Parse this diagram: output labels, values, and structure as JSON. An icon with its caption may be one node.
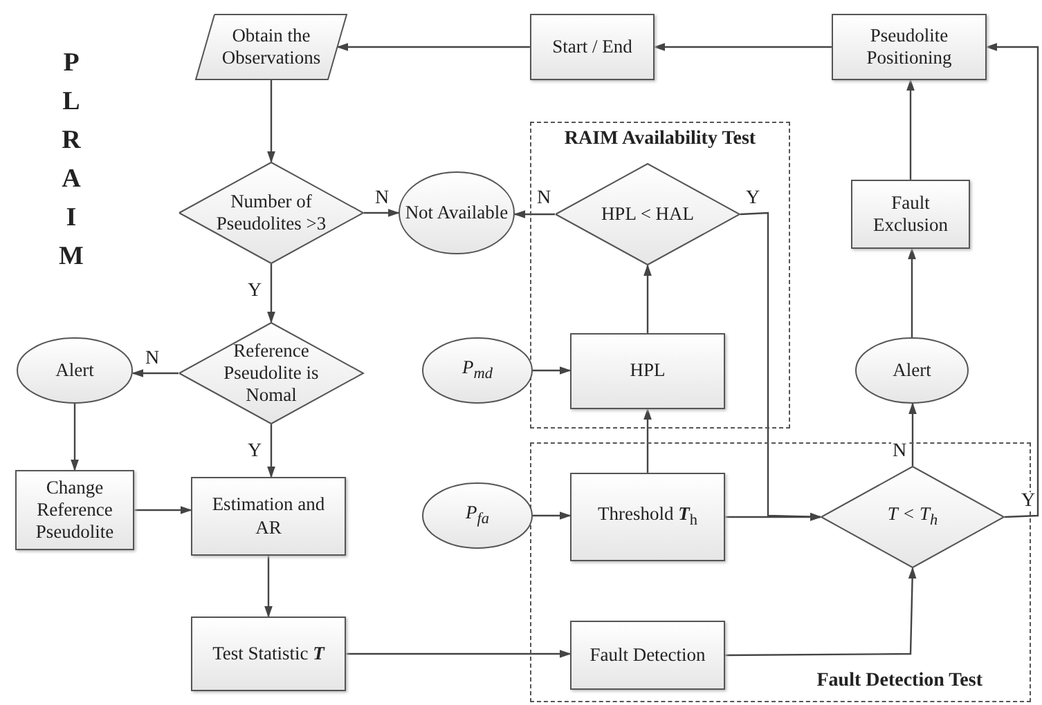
{
  "diagram": {
    "nodes": [
      {
        "text": [
          "Obtain the Observations"
        ]
      },
      {
        "text": [
          "Start / End"
        ]
      },
      {
        "text": [
          "Pseudolite Positioning"
        ]
      },
      {
        "text": [
          "RAIM Availability Test"
        ]
      },
      {
        "text": [
          "HPL < HAL"
        ],
        "in": 3
      },
      {
        "text": [
          "Number of Pseudolites >3"
        ]
      },
      {
        "text": [
          "Not Available"
        ]
      },
      {
        "text": [
          "Fault Exclusion"
        ]
      },
      {
        "text": [
          "Reference Pseudolite is Nomal"
        ]
      },
      {
        "text": [
          "Alert"
        ]
      },
      {
        "text": [
          "P$_{md}$"
        ]
      },
      {
        "text": [
          "HPL"
        ],
        "in": 3
      },
      {
        "text": [
          "Alert"
        ]
      },
      {
        "text": [
          "Fault Detection Test"
        ]
      },
      {
        "text": [
          "Change Reference Pseudolite"
        ]
      },
      {
        "text": [
          "Estimation and AR"
        ]
      },
      {
        "text": [
          "P$_{fa}$"
        ]
      },
      {
        "text": [
          "Threshold **T**$_{h}$"
        ],
        "in": 13
      },
      {
        "text": [
          "T < T$_{h}$"
        ],
        "in": 13
      },
      {
        "text": [
          "Test Statistic **T**"
        ]
      },
      {
        "text": [
          "Fault Detection"
        ],
        "in": 13
      }
    ],
    "edges": [
      {
        "from": 1,
        "to": 0,
        "arrow": "to"
      },
      {
        "from": 2,
        "to": 1,
        "arrow": "to"
      },
      {
        "from": 18,
        "to": 2,
        "arrow": "to",
        "label": "Y"
      },
      {
        "from": 0,
        "to": 5,
        "arrow": "to"
      },
      {
        "from": 5,
        "to": 6,
        "arrow": "to",
        "label": "N"
      },
      {
        "from": 5,
        "to": 8,
        "arrow": "to",
        "label": "Y"
      },
      {
        "from": 4,
        "to": 6,
        "arrow": "to",
        "label": "N"
      },
      {
        "from": 4,
        "to": 18,
        "arrow": "to",
        "label": "Y"
      },
      {
        "from": 11,
        "to": 4,
        "arrow": "to"
      },
      {
        "from": 10,
        "to": 11,
        "arrow": "to"
      },
      {
        "from": 17,
        "to": 11,
        "arrow": "to"
      },
      {
        "from": 16,
        "to": 17,
        "arrow": "to"
      },
      {
        "from": 17,
        "to": 18,
        "arrow": "to"
      },
      {
        "from": 8,
        "to": 9,
        "arrow": "to",
        "label": "N"
      },
      {
        "from": 8,
        "to": 15,
        "arrow": "to",
        "label": "Y"
      },
      {
        "from": 9,
        "to": 14,
        "arrow": "to"
      },
      {
        "from": 14,
        "to": 15,
        "arrow": "to"
      },
      {
        "from": 15,
        "to": 19,
        "arrow": "to"
      },
      {
        "from": 19,
        "to": 20,
        "arrow": "to"
      },
      {
        "from": 20,
        "to": 18,
        "arrow": "to"
      },
      {
        "from": 18,
        "to": 12,
        "arrow": "to",
        "label": "N"
      },
      {
        "from": 12,
        "to": 7,
        "arrow": "to"
      },
      {
        "from": 7,
        "to": 2,
        "arrow": "to"
      }
    ],
    "labels": [
      "PLRAIM"
    ]
  }
}
